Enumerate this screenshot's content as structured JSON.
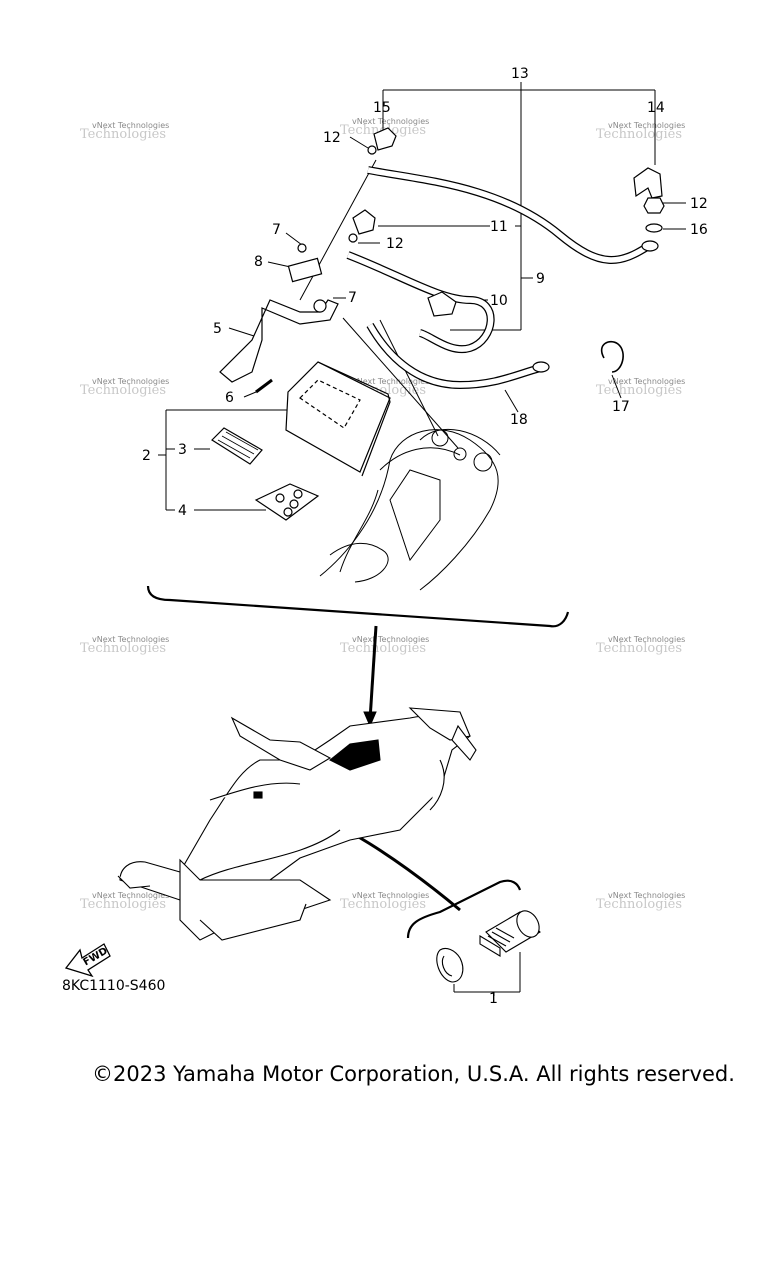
{
  "watermark": {
    "line1": "vNext Technologies",
    "line2": "Technologies"
  },
  "callouts": {
    "n1": "1",
    "n2": "2",
    "n3": "3",
    "n4": "4",
    "n5": "5",
    "n6": "6",
    "n7a": "7",
    "n7b": "7",
    "n8": "8",
    "n9": "9",
    "n10": "10",
    "n11": "11",
    "n12a": "12",
    "n12b": "12",
    "n12c": "12",
    "n13": "13",
    "n14": "14",
    "n15": "15",
    "n16": "16",
    "n17": "17",
    "n18": "18"
  },
  "fwd_label": "FWD",
  "part_code": "8KC1110-S460",
  "copyright": "©2023 Yamaha Motor Corporation, U.S.A. All rights reserved."
}
